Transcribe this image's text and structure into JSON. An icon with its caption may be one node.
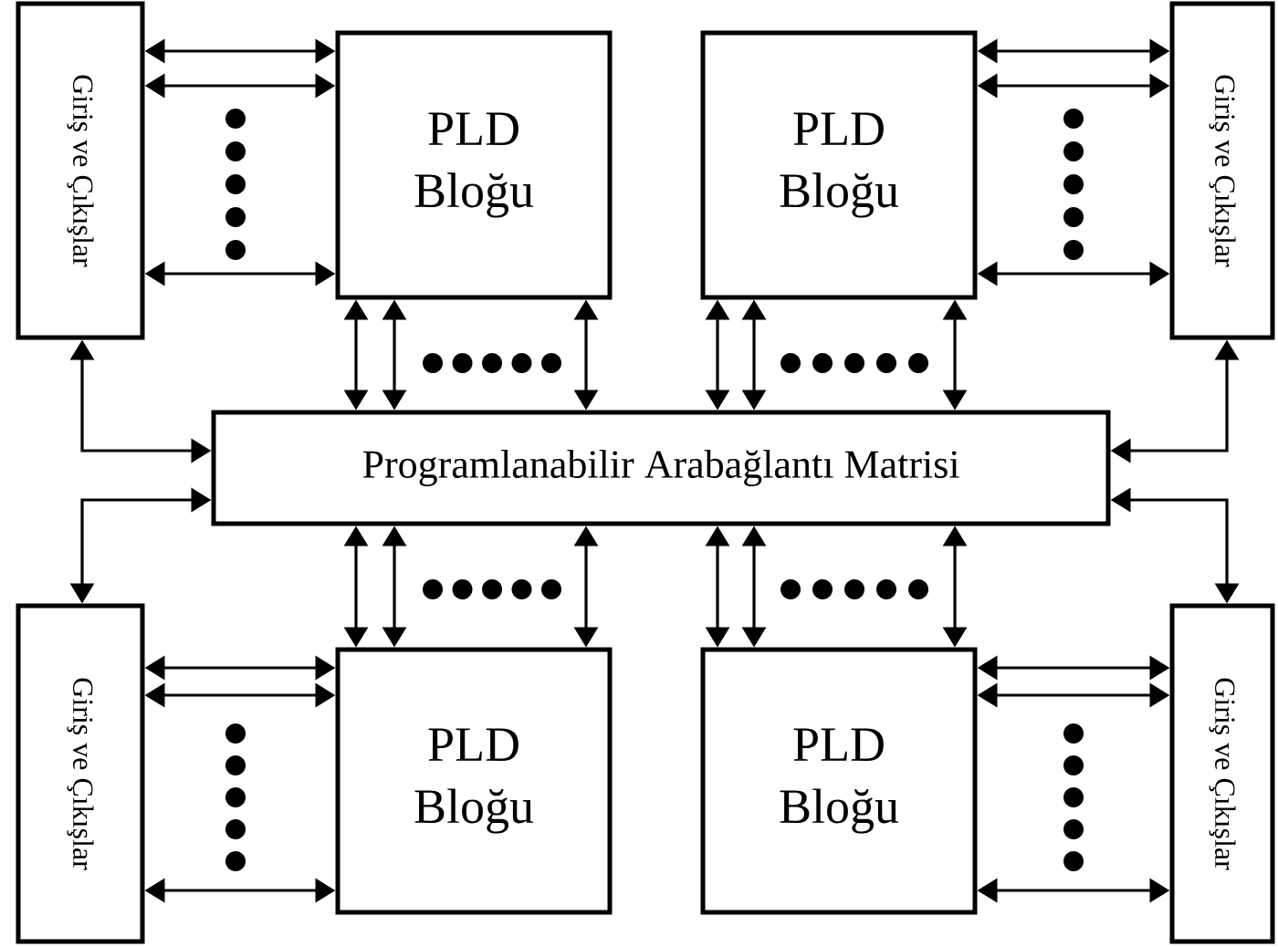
{
  "diagram": {
    "nodes": [
      {
        "text": [
          "Giriş ve Çıkışlar"
        ]
      },
      {
        "text": [
          "PLD Bloğu"
        ]
      },
      {
        "text": [
          "PLD Bloğu"
        ]
      },
      {
        "text": [
          "Giriş ve Çıkışlar"
        ]
      },
      {
        "text": [
          "Programlanabilir Arabağlantı Matrisi"
        ]
      },
      {
        "text": [
          "Giriş ve Çıkışlar"
        ]
      },
      {
        "text": [
          "PLD Bloğu"
        ]
      },
      {
        "text": [
          "PLD Bloğu"
        ]
      },
      {
        "text": [
          "Giriş ve Çıkışlar"
        ]
      }
    ],
    "edges": [
      {
        "from": 0,
        "to": 1,
        "arrow": "both"
      },
      {
        "from": 0,
        "to": 1,
        "arrow": "both"
      },
      {
        "from": 0,
        "to": 1,
        "arrow": "both"
      },
      {
        "from": 1,
        "to": 4,
        "arrow": "both"
      },
      {
        "from": 1,
        "to": 4,
        "arrow": "both"
      },
      {
        "from": 1,
        "to": 4,
        "arrow": "both"
      },
      {
        "from": 2,
        "to": 4,
        "arrow": "both"
      },
      {
        "from": 2,
        "to": 4,
        "arrow": "both"
      },
      {
        "from": 2,
        "to": 4,
        "arrow": "both"
      },
      {
        "from": 3,
        "to": 2,
        "arrow": "both"
      },
      {
        "from": 3,
        "to": 2,
        "arrow": "both"
      },
      {
        "from": 3,
        "to": 2,
        "arrow": "both"
      },
      {
        "from": 0,
        "to": 4,
        "arrow": "both"
      },
      {
        "from": 3,
        "to": 4,
        "arrow": "both"
      },
      {
        "from": 5,
        "to": 4,
        "arrow": "both"
      },
      {
        "from": 8,
        "to": 4,
        "arrow": "both"
      },
      {
        "from": 4,
        "to": 6,
        "arrow": "both"
      },
      {
        "from": 4,
        "to": 6,
        "arrow": "both"
      },
      {
        "from": 4,
        "to": 6,
        "arrow": "both"
      },
      {
        "from": 4,
        "to": 7,
        "arrow": "both"
      },
      {
        "from": 4,
        "to": 7,
        "arrow": "both"
      },
      {
        "from": 4,
        "to": 7,
        "arrow": "both"
      },
      {
        "from": 5,
        "to": 6,
        "arrow": "both"
      },
      {
        "from": 5,
        "to": 6,
        "arrow": "both"
      },
      {
        "from": 5,
        "to": 6,
        "arrow": "both"
      },
      {
        "from": 8,
        "to": 7,
        "arrow": "both"
      },
      {
        "from": 8,
        "to": 7,
        "arrow": "both"
      },
      {
        "from": 8,
        "to": 7,
        "arrow": "both"
      }
    ]
  }
}
